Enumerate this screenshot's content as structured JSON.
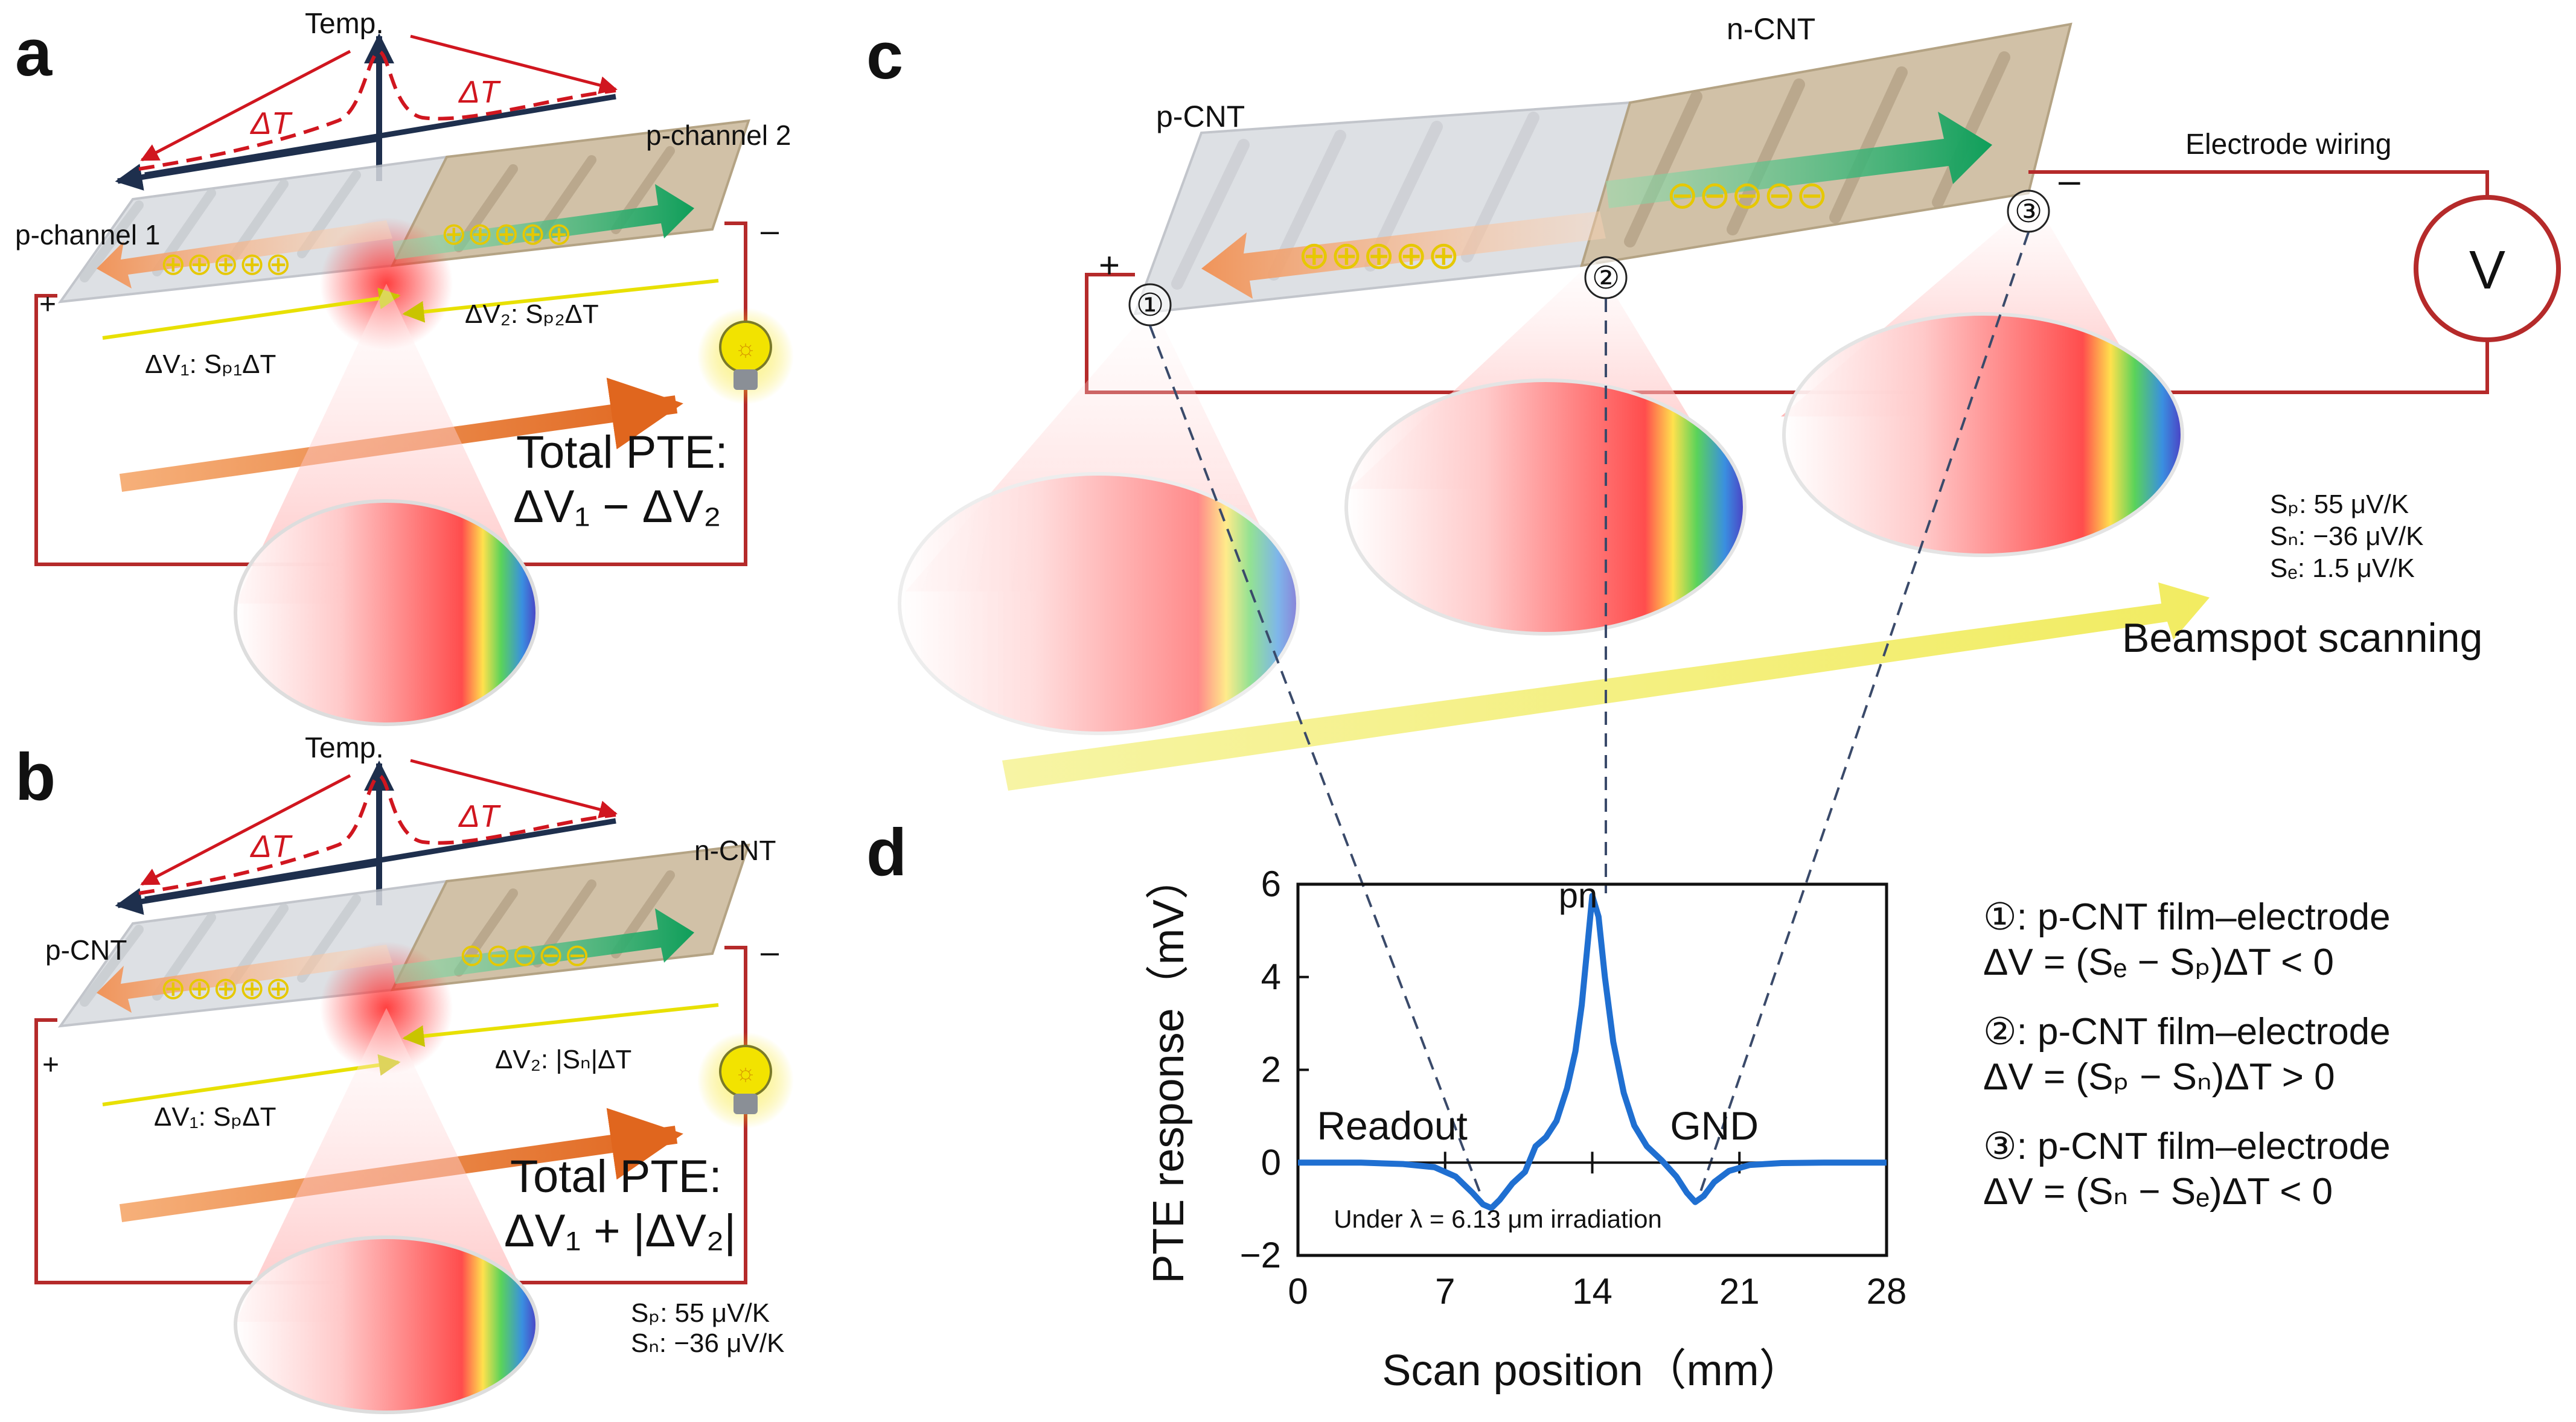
{
  "panel_a": {
    "letter": "a",
    "temp_label": "Temp.",
    "delta_t": "ΔT",
    "left_channel": "p-channel 1",
    "right_channel": "p-channel 2",
    "plus": "+",
    "minus": "–",
    "dv1": "ΔV₁: Sₚ₁ΔT",
    "dv2": "ΔV₂: Sₚ₂ΔT",
    "total_title": "Total PTE:",
    "total_expr": "ΔV₁ − ΔV₂",
    "carrier_left": "⊕⊕⊕⊕⊕",
    "carrier_right": "⊕⊕⊕⊕⊕"
  },
  "panel_b": {
    "letter": "b",
    "temp_label": "Temp.",
    "delta_t": "ΔT",
    "left_channel": "p-CNT",
    "right_channel": "n-CNT",
    "plus": "+",
    "minus": "–",
    "dv1": "ΔV₁: SₚΔT",
    "dv2": "ΔV₂: |Sₙ|ΔT",
    "total_title": "Total PTE:",
    "total_expr": "ΔV₁ + |ΔV₂|",
    "sp": "Sₚ: 55 μV/K",
    "sn": "Sₙ: −36 μV/K",
    "carrier_left": "⊕⊕⊕⊕⊕",
    "carrier_right": "⊖⊖⊖⊖⊖"
  },
  "panel_c": {
    "letter": "c",
    "p_label": "p-CNT",
    "n_label": "n-CNT",
    "wiring_label": "Electrode wiring",
    "voltmeter": "V",
    "plus": "+",
    "minus": "–",
    "pos1": "①",
    "pos2": "②",
    "pos3": "③",
    "sp": "Sₚ: 55 μV/K",
    "sn": "Sₙ: −36 μV/K",
    "se": "Sₑ: 1.5 μV/K",
    "scan_label": "Beamspot scanning",
    "carrier_left": "⊕⊕⊕⊕⊕",
    "carrier_right": "⊖⊖⊖⊖⊖"
  },
  "panel_d": {
    "letter": "d",
    "legend": [
      {
        "head": "①: p-CNT film–electrode",
        "expr": "ΔV = (Sₑ − Sₚ)ΔT < 0"
      },
      {
        "head": "②: p-CNT film–electrode",
        "expr": "ΔV = (Sₚ − Sₙ)ΔT > 0"
      },
      {
        "head": "③: p-CNT film–electrode",
        "expr": "ΔV = (Sₙ − Sₑ)ΔT < 0"
      }
    ]
  },
  "chart_data": {
    "type": "line",
    "title": "",
    "xlabel": "Scan position（mm）",
    "ylabel": "PTE response（mV）",
    "xlim": [
      0,
      28
    ],
    "ylim": [
      -2,
      6
    ],
    "xticks": [
      "0",
      "7",
      "14",
      "21",
      "28"
    ],
    "yticks": [
      "−2",
      "0",
      "2",
      "4",
      "6"
    ],
    "grid": false,
    "annotations": [
      "pn",
      "Readout",
      "GND",
      "Under λ = 6.13 μm irradiation"
    ],
    "series": [
      {
        "color": "#1f6fd1",
        "x": [
          0,
          3,
          5,
          6.5,
          7.5,
          8.3,
          8.8,
          9.2,
          9.6,
          10.2,
          10.8,
          11.3,
          11.8,
          12.3,
          12.8,
          13.2,
          13.5,
          13.8,
          14.0,
          14.3,
          14.6,
          15.0,
          15.5,
          16.0,
          16.6,
          17.3,
          18.0,
          18.5,
          18.9,
          19.3,
          19.8,
          20.5,
          21.5,
          23,
          25,
          28
        ],
        "y": [
          0,
          0,
          -0.03,
          -0.1,
          -0.3,
          -0.65,
          -0.9,
          -0.98,
          -0.8,
          -0.45,
          -0.2,
          0.35,
          0.55,
          0.9,
          1.6,
          2.4,
          3.4,
          4.8,
          5.75,
          5.3,
          4.0,
          2.6,
          1.5,
          0.8,
          0.35,
          0.05,
          -0.3,
          -0.65,
          -0.85,
          -0.72,
          -0.42,
          -0.18,
          -0.05,
          -0.01,
          0,
          0
        ]
      }
    ]
  }
}
